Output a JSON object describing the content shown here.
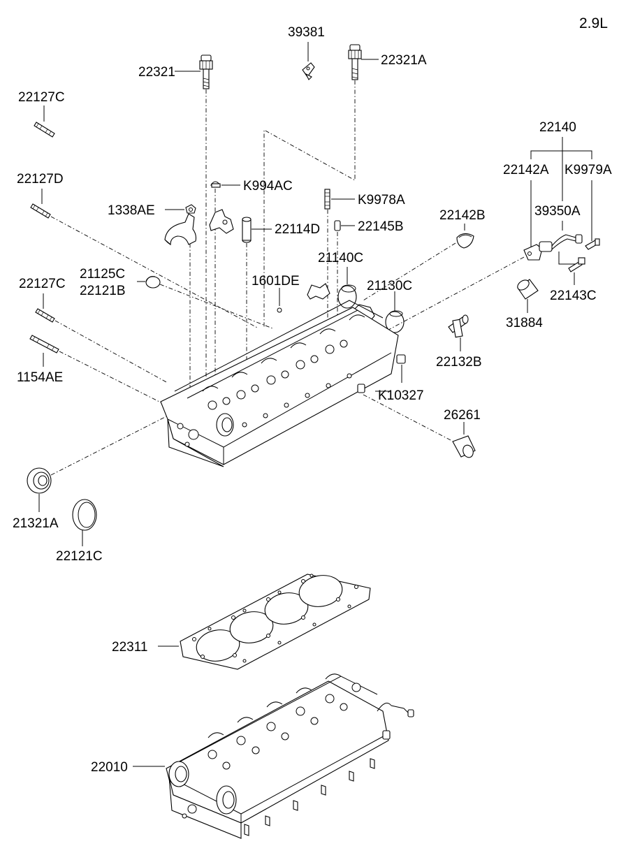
{
  "engine_variant": "2.9L",
  "labels": {
    "p39381": "39381",
    "p22321": "22321",
    "p22321A": "22321A",
    "p22127C_top": "22127C",
    "p22127D": "22127D",
    "pK994AC": "K994AC",
    "p1338AE": "1338AE",
    "p22114D": "22114D",
    "pK9978A": "K9978A",
    "p22145B": "22145B",
    "p22142B": "22142B",
    "p22140": "22140",
    "p22142A": "22142A",
    "pK9979A": "K9979A",
    "p39350A": "39350A",
    "p22143C": "22143C",
    "p31884": "31884",
    "p21140C": "21140C",
    "p21130C": "21130C",
    "p21125C": "21125C",
    "p22121B": "22121B",
    "p1601DE": "1601DE",
    "p22127C_mid": "22127C",
    "p1154AE": "1154AE",
    "p22132B": "22132B",
    "pK10327": "K10327",
    "p26261": "26261",
    "p21321A": "21321A",
    "p22121C": "22121C",
    "p22311": "22311",
    "p22010": "22010"
  }
}
